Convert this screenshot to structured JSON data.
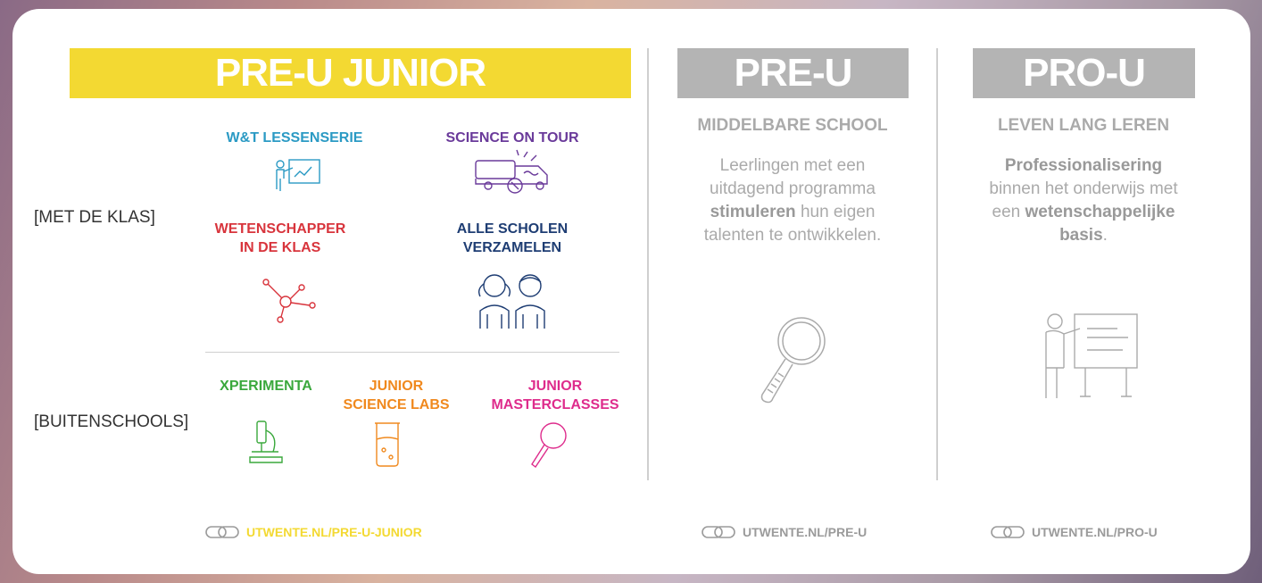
{
  "columns": {
    "junior": {
      "title": "PRE-U JUNIOR",
      "row_labels": {
        "klas": "[MET DE KLAS]",
        "buiten": "[BUITENSCHOOLS]"
      },
      "items": {
        "wt": {
          "line1": "W&T LESSENSERIE",
          "color": "#2b9ac4",
          "icon": "teacher-board-icon"
        },
        "sot": {
          "line1": "SCIENCE ON TOUR",
          "color": "#6a3a9a",
          "icon": "truck-icon"
        },
        "wik": {
          "line1": "WETENSCHAPPER",
          "line2": "IN DE KLAS",
          "color": "#d8343c",
          "icon": "molecule-icon"
        },
        "asv": {
          "line1": "ALLE SCHOLEN",
          "line2": "VERZAMELEN",
          "color": "#1e3d73",
          "icon": "children-icon"
        },
        "xp": {
          "line1": "XPERIMENTA",
          "color": "#3aa83c",
          "icon": "microscope-icon"
        },
        "jsl": {
          "line1": "JUNIOR",
          "line2": "SCIENCE LABS",
          "color": "#f0891e",
          "icon": "beaker-icon"
        },
        "jmc": {
          "line1": "JUNIOR",
          "line2": "MASTERCLASSES",
          "color": "#de2c8c",
          "icon": "magnifier-icon"
        }
      },
      "link": {
        "text": "UTWENTE.NL/PRE-U-JUNIOR",
        "color": "#f3d932"
      }
    },
    "preu": {
      "title": "PRE-U",
      "subtitle": "MIDDELBARE SCHOOL",
      "desc_1": "Leerlingen met een",
      "desc_2": "uitdagend programma",
      "desc_3_bold": "stimuleren",
      "desc_3_rest": " hun eigen",
      "desc_4": "talenten te ontwikkelen.",
      "icon": "magnifier-icon",
      "link": {
        "text": "UTWENTE.NL/PRE-U",
        "color": "#9b9b9b"
      }
    },
    "prou": {
      "title": "PRO-U",
      "subtitle": "LEVEN LANG LEREN",
      "desc_1_bold": "Professionalisering",
      "desc_2": "binnen het onderwijs met",
      "desc_3_pre": "een ",
      "desc_3_bold": "wetenschappelijke",
      "desc_4_bold": "basis",
      "desc_4_rest": ".",
      "icon": "presenter-board-icon",
      "link": {
        "text": "UTWENTE.NL/PRO-U",
        "color": "#9b9b9b"
      }
    }
  },
  "colors": {
    "yellow": "#f3d932",
    "grey": "#b4b4b4",
    "grey_text": "#aaaaaa"
  }
}
